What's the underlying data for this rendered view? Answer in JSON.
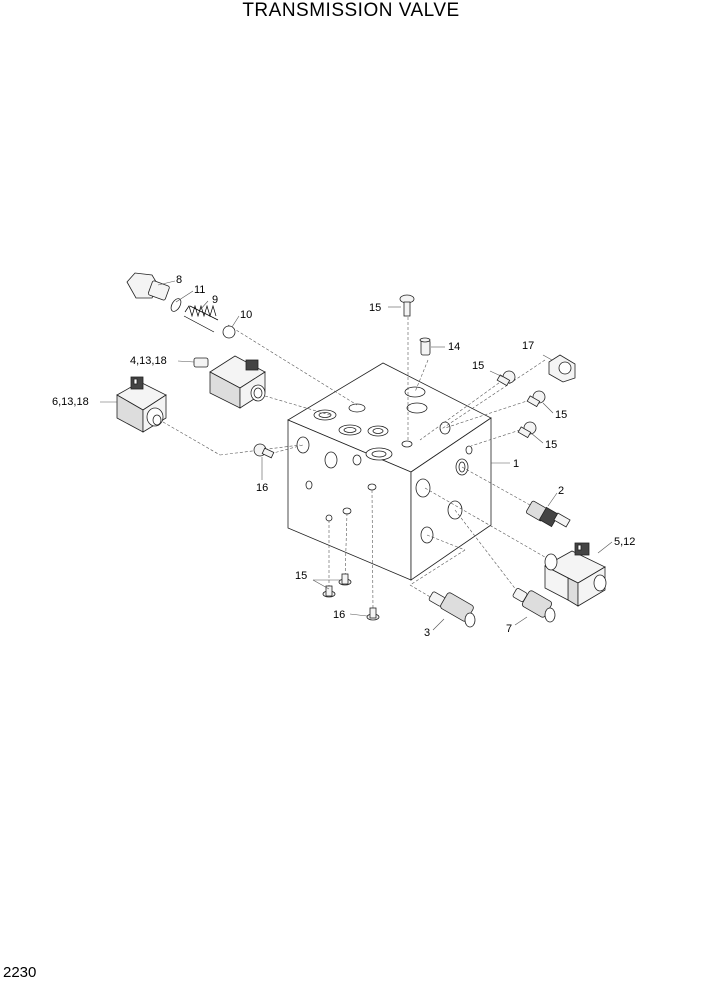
{
  "title": "TRANSMISSION VALVE",
  "page_number": "2230",
  "callouts": {
    "c8": "8",
    "c11": "11",
    "c9": "9",
    "c10": "10",
    "c15_top": "15",
    "c14": "14",
    "c17": "17",
    "c4_13_18": "4,13,18",
    "c15_a": "15",
    "c6_13_18": "6,13,18",
    "c15_b": "15",
    "c15_c": "15",
    "c1": "1",
    "c16_left": "16",
    "c2": "2",
    "c5_12": "5,12",
    "c15_bottom": "15",
    "c16_bottom": "16",
    "c3": "3",
    "c7": "7"
  }
}
